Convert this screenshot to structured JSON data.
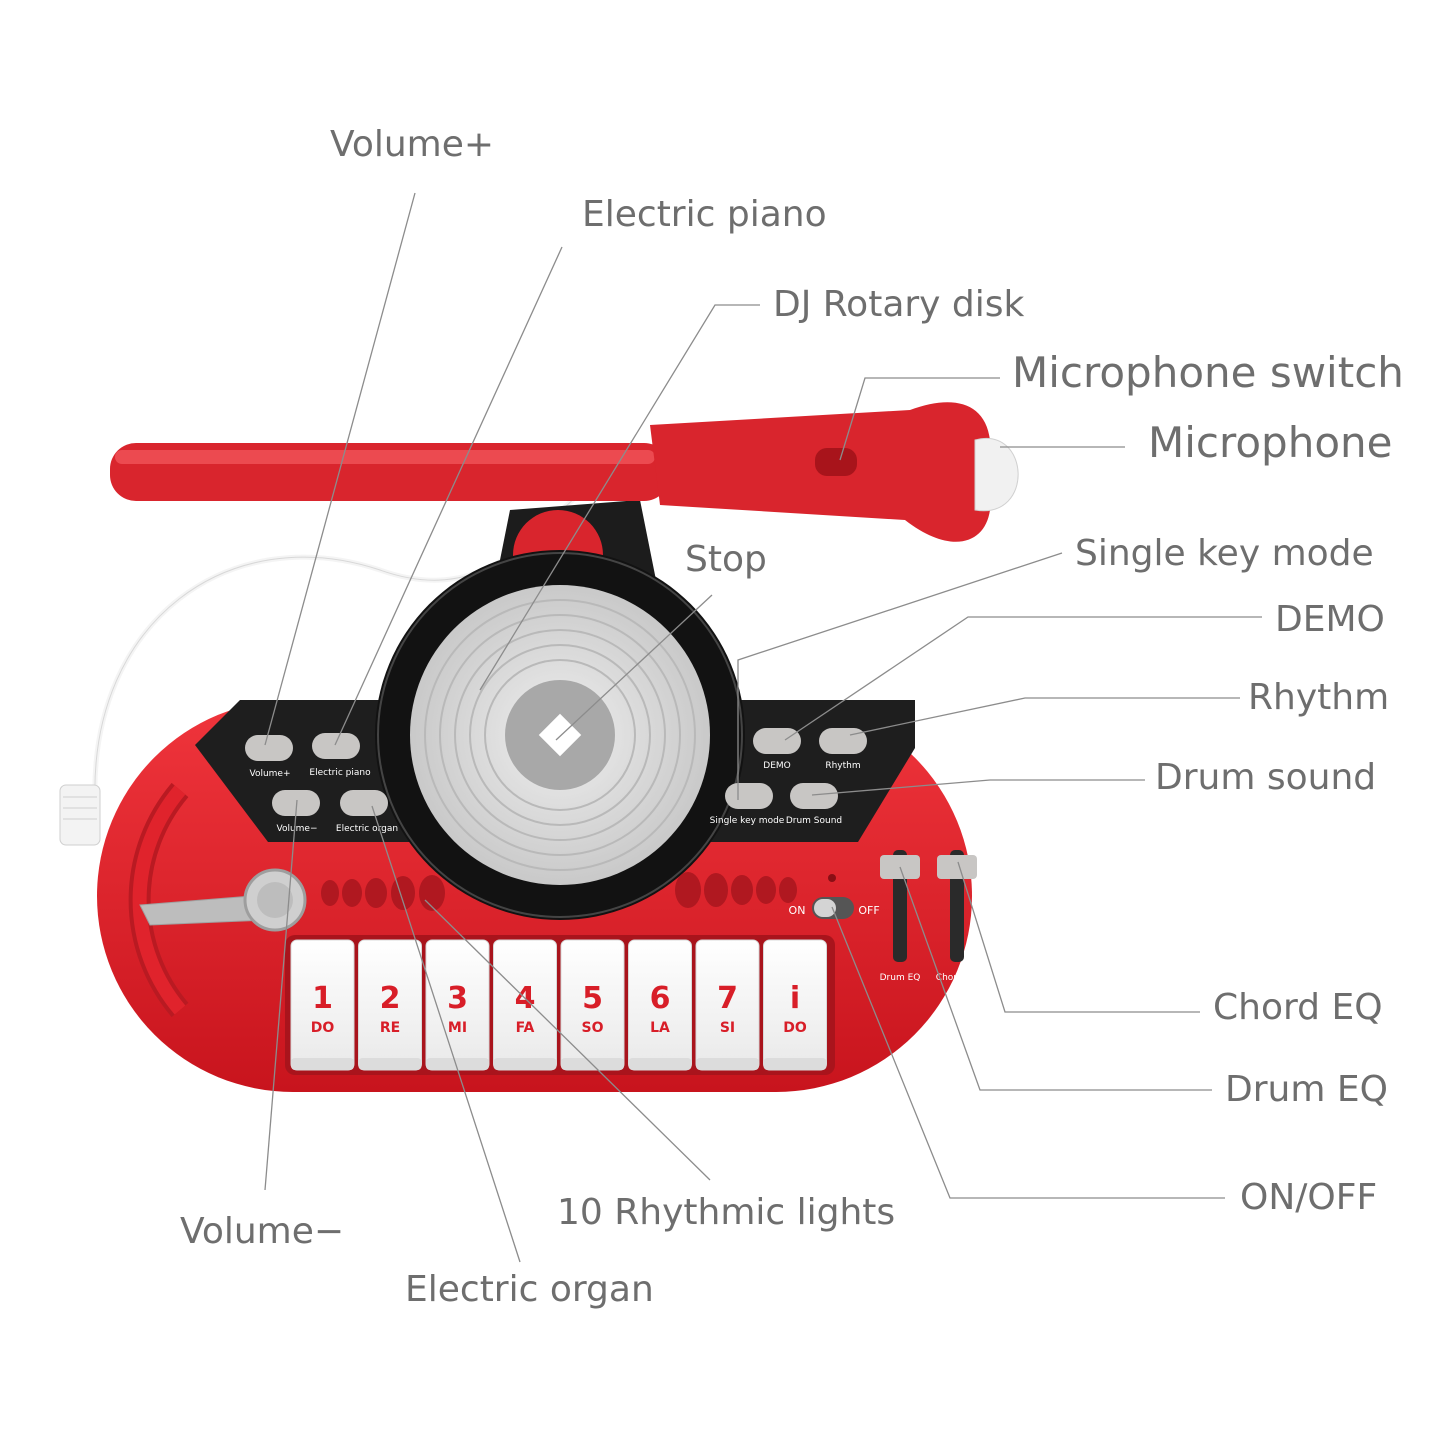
{
  "callouts": {
    "volume_plus": "Volume+",
    "electric_piano": "Electric piano",
    "dj_rotary_disk": "DJ Rotary disk",
    "microphone_switch": "Microphone switch",
    "microphone": "Microphone",
    "stop": "Stop",
    "single_key_mode": "Single key mode",
    "demo": "DEMO",
    "rhythm": "Rhythm",
    "drum_sound": "Drum sound",
    "chord_eq": "Chord EQ",
    "drum_eq": "Drum EQ",
    "on_off": "ON/OFF",
    "rhythmic_lights": "10 Rhythmic lights",
    "volume_minus": "Volume−",
    "electric_organ": "Electric organ"
  },
  "panel_labels": {
    "volume_plus": "Volume+",
    "electric_piano": "Electric piano",
    "volume_minus": "Volume−",
    "electric_organ": "Electric organ",
    "demo": "DEMO",
    "rhythm": "Rhythm",
    "single_key_mode": "Single key mode",
    "drum_sound": "Drum Sound",
    "on": "ON",
    "off": "OFF",
    "drum_eq": "Drum EQ",
    "chord_eq": "Chord EQ"
  },
  "keys": [
    {
      "number": "1",
      "note": "DO"
    },
    {
      "number": "2",
      "note": "RE"
    },
    {
      "number": "3",
      "note": "MI"
    },
    {
      "number": "4",
      "note": "FA"
    },
    {
      "number": "5",
      "note": "SO"
    },
    {
      "number": "6",
      "note": "LA"
    },
    {
      "number": "7",
      "note": "SI"
    },
    {
      "number": "i",
      "note": "DO"
    }
  ],
  "colors": {
    "body_red": "#e0232c",
    "panel_black": "#1e1e1e",
    "button_gray": "#c8c6c4",
    "leader_gray": "#8c8c8c",
    "key_text_red": "#d81e28"
  }
}
